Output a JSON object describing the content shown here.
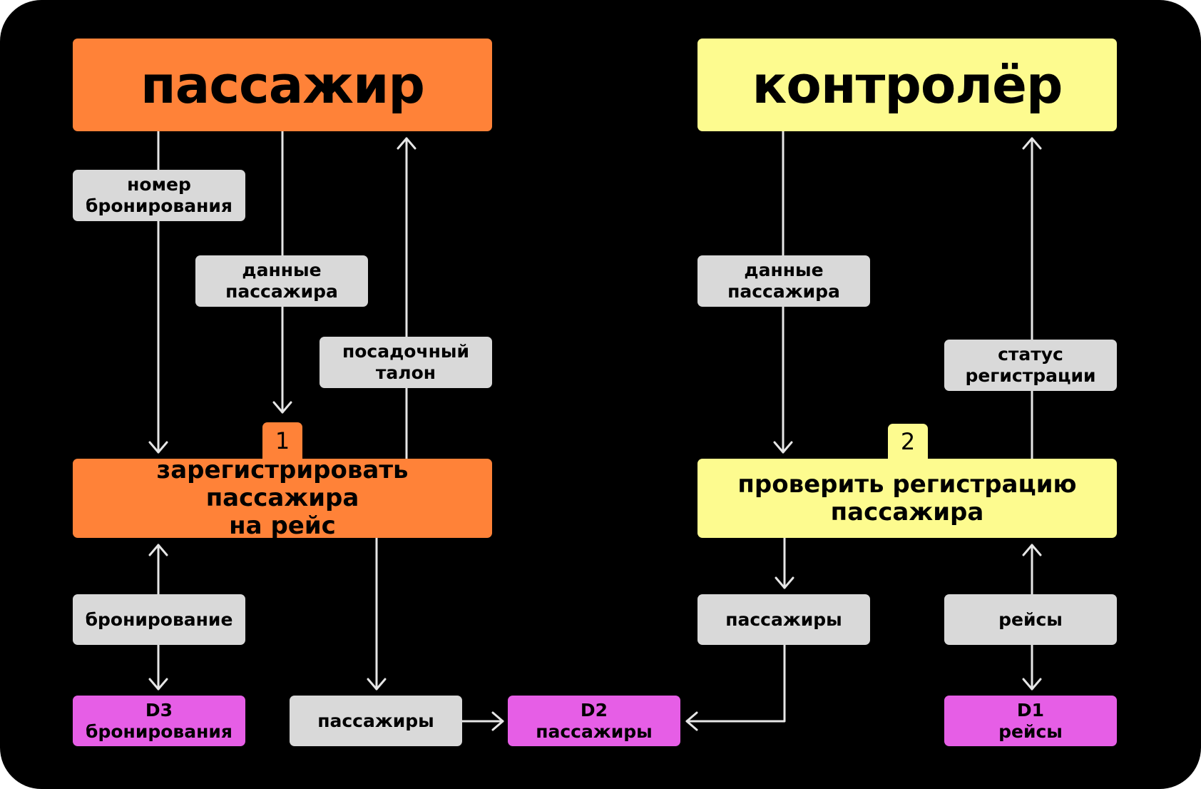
{
  "entities": {
    "passenger": "пассажир",
    "controller": "контролёр"
  },
  "processes": {
    "p1": {
      "number": "1",
      "title": "зарегистрировать пассажира\nна рейс"
    },
    "p2": {
      "number": "2",
      "title": "проверить регистрацию\nпассажира"
    }
  },
  "flows": {
    "booking_number": "номер\nбронирования",
    "passenger_data_left": "данные\nпассажира",
    "boarding_pass": "посадочный\nталон",
    "passenger_data_right": "данные\nпассажира",
    "registration_status": "статус\nрегистрации",
    "booking": "бронирование",
    "passengers_left": "пассажиры",
    "passengers_right": "пассажиры",
    "flights": "рейсы"
  },
  "stores": {
    "d3": "D3\nбронирования",
    "d2": "D2\nпассажиры",
    "d1": "D1\nрейсы"
  },
  "colors": {
    "background": "#000000",
    "passenger_orange": "#ff8238",
    "controller_yellow": "#fdfb8f",
    "flow_label_gray": "#d9d9d9",
    "data_store_magenta": "#e65ee6",
    "connector": "#e6e6e6"
  }
}
